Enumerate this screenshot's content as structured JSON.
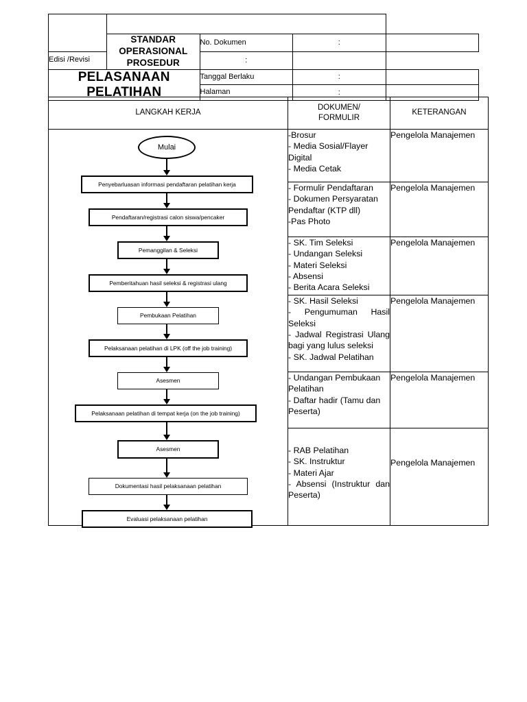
{
  "header": {
    "logo_cell": "",
    "sop_title": "STANDAR OPERASIONAL PROSEDUR",
    "sop_title_line1": "STANDAR OPERASIONAL",
    "sop_title_line2": "PROSEDUR",
    "doc_title": "PELASANAAN PELATIHAN",
    "fields": [
      {
        "label": "No. Dokumen",
        "separator": ":",
        "value": ""
      },
      {
        "label": "Edisi /Revisi",
        "separator": ":",
        "value": ""
      },
      {
        "label": "Tanggal Berlaku",
        "separator": ":",
        "value": ""
      },
      {
        "label": "Halaman",
        "separator": ":",
        "value": ""
      }
    ]
  },
  "main_table": {
    "columns": [
      {
        "label": "LANGKAH KERJA"
      },
      {
        "label_line1": "DOKUMEN/",
        "label_line2": "FORMULIR"
      },
      {
        "label": "KETERANGAN"
      }
    ],
    "rows": [
      {
        "dokumen": "-Brosur\n- Media Sosial/Flayer Digital\n - Media Cetak",
        "keterangan": "Pengelola Manajemen"
      },
      {
        "dokumen": "- Formulir Pendaftaran\n- Dokumen Persyaratan Pendaftar (KTP dll)\n-Pas Photo",
        "keterangan": "Pengelola Manajemen"
      },
      {
        "dokumen": "- SK. Tim Seleksi\n- Undangan Seleksi\n- Materi Seleksi\n- Absensi\n- Berita Acara Seleksi",
        "keterangan": "Pengelola Manajemen"
      },
      {
        "dokumen": "- SK. Hasil Seleksi\n- Pengumuman Hasil Seleksi\n- Jadwal Registrasi Ulang bagi yang lulus seleksi\n- SK. Jadwal Pelatihan",
        "keterangan": "Pengelola Manajemen"
      },
      {
        "dokumen": "- Undangan Pembukaan Pelatihan\n- Daftar hadir (Tamu dan Peserta)",
        "keterangan": "Pengelola Manajemen"
      },
      {
        "dokumen": "- RAB Pelatihan\n- SK. Instruktur\n- Materi Ajar\n- Absensi (Instruktur dan Peserta)",
        "keterangan": "Pengelola Manajemen"
      }
    ]
  },
  "flowchart": {
    "start": "Mulai",
    "steps": [
      "Penyebarluasan informasi pendaftaran pelatihan kerja",
      "Pendaftaran/registrasi calon siswa/pencaker",
      "Pemanggilan & Seleksi",
      "Pemberitahuan hasil seleksi & registrasi ulang",
      "Pembukaan Pelatihan",
      "Pelaksanaan pelatihan di LPK (off the job training)",
      "Asesmen",
      "Pelaksanaan pelatihan di tempat kerja (on the job training)",
      "Asesmen",
      "Dokumentasi hasil pelaksanaan pelatihan",
      "Evaluasi pelaksanaan pelatihan"
    ]
  },
  "colors": {
    "border": "#000000",
    "background": "#ffffff",
    "text": "#000000"
  }
}
